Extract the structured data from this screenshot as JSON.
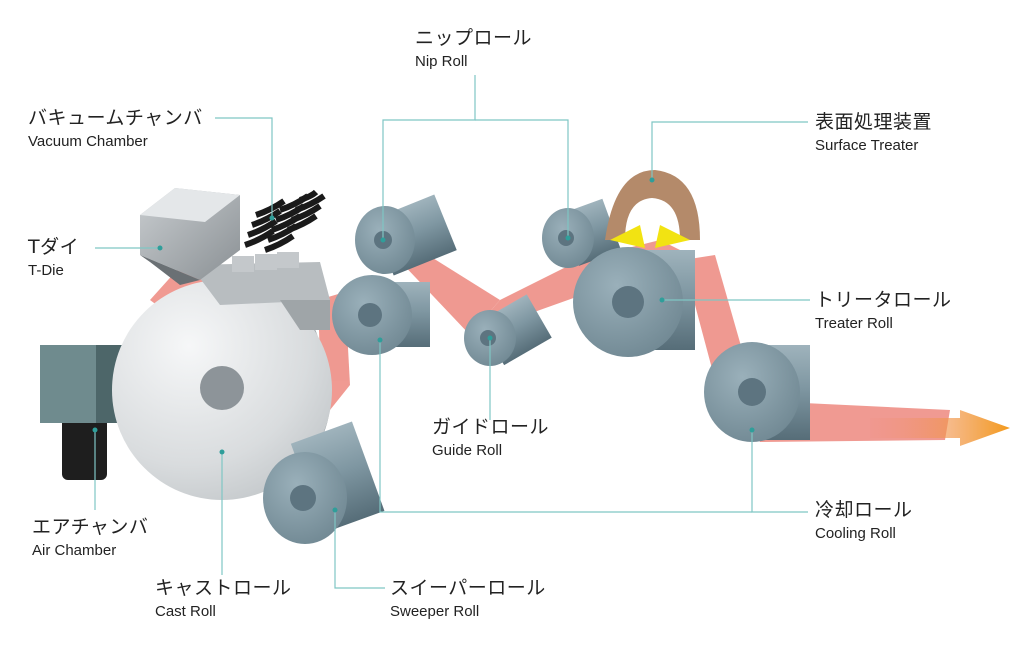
{
  "labels": {
    "nip_roll": {
      "jp": "ニップロール",
      "en": "Nip Roll"
    },
    "vacuum_chamber": {
      "jp": "バキュームチャンバ",
      "en": "Vacuum Chamber"
    },
    "surface_treater": {
      "jp": "表面処理装置",
      "en": "Surface Treater"
    },
    "t_die": {
      "jp": "Tダイ",
      "en": "T-Die"
    },
    "treater_roll": {
      "jp": "トリータロール",
      "en": "Treater Roll"
    },
    "guide_roll": {
      "jp": "ガイドロール",
      "en": "Guide Roll"
    },
    "cooling_roll": {
      "jp": "冷却ロール",
      "en": "Cooling Roll"
    },
    "air_chamber": {
      "jp": "エアチャンバ",
      "en": "Air Chamber"
    },
    "cast_roll": {
      "jp": "キャストロール",
      "en": "Cast Roll"
    },
    "sweeper_roll": {
      "jp": "スイーパーロール",
      "en": "Sweeper Roll"
    }
  },
  "colors": {
    "film": "#ee8f86",
    "roll": "#7f97a2",
    "roll_dark": "#5d7480",
    "cast_roll": "#d6d8da",
    "leader_line": "#7fc6c4",
    "arrow": "#f39a1c",
    "treater_shell": "#b48a6a",
    "electrode": "#f2e312"
  }
}
